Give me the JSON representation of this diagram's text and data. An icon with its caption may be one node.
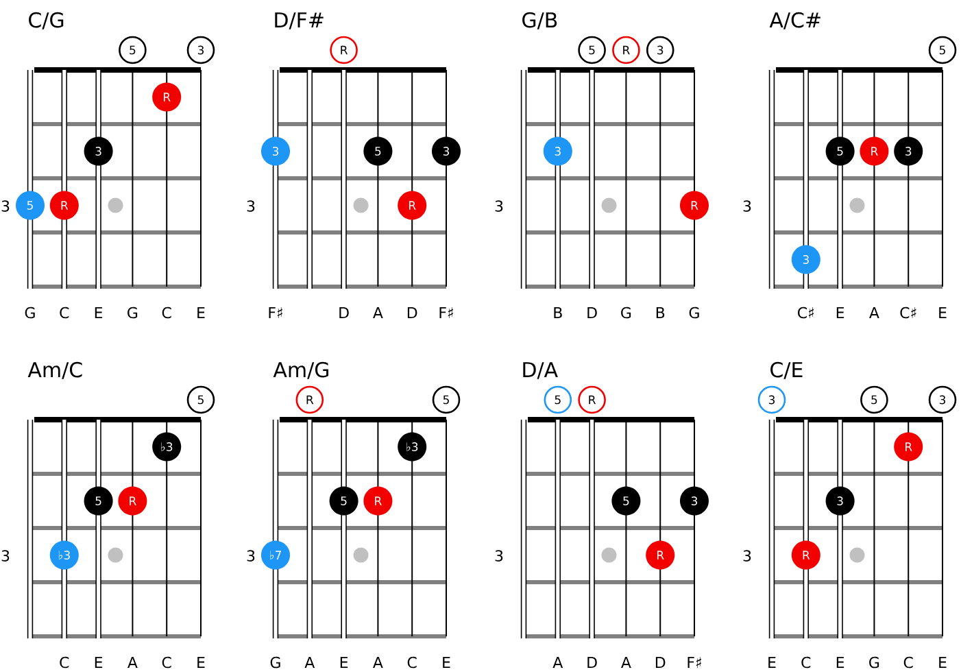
{
  "diagram": {
    "nodes": [
      {
        "text": [
          "C/G"
        ],
        "beside": [
          "G",
          "C",
          "E",
          "G",
          "C",
          "E"
        ]
      },
      {
        "text": [
          "5"
        ],
        "in": 0
      },
      {
        "text": [
          "3"
        ],
        "in": 0
      },
      {
        "text": [
          "R"
        ],
        "in": 0
      },
      {
        "text": [
          "3"
        ],
        "in": 0
      },
      {
        "text": [
          "5"
        ],
        "in": 0
      },
      {
        "text": [
          "R"
        ],
        "in": 0
      },
      {
        "text": [
          "D/F#"
        ],
        "beside": [
          "F♯",
          "D",
          "A",
          "D",
          "F♯"
        ]
      },
      {
        "text": [
          "R"
        ],
        "in": 7
      },
      {
        "text": [
          "3"
        ],
        "in": 7
      },
      {
        "text": [
          "5"
        ],
        "in": 7
      },
      {
        "text": [
          "3"
        ],
        "in": 7
      },
      {
        "text": [
          "R"
        ],
        "in": 7
      },
      {
        "text": [
          "G/B"
        ],
        "beside": [
          "B",
          "D",
          "G",
          "B",
          "G"
        ]
      },
      {
        "text": [
          "5"
        ],
        "in": 13
      },
      {
        "text": [
          "R"
        ],
        "in": 13
      },
      {
        "text": [
          "3"
        ],
        "in": 13
      },
      {
        "text": [
          "3"
        ],
        "in": 13
      },
      {
        "text": [
          "R"
        ],
        "in": 13
      },
      {
        "text": [
          "A/C#"
        ],
        "beside": [
          "C♯",
          "E",
          "A",
          "C♯",
          "E"
        ]
      },
      {
        "text": [
          "5"
        ],
        "in": 19
      },
      {
        "text": [
          "5"
        ],
        "in": 19
      },
      {
        "text": [
          "R"
        ],
        "in": 19
      },
      {
        "text": [
          "3"
        ],
        "in": 19
      },
      {
        "text": [
          "3"
        ],
        "in": 19
      },
      {
        "text": [
          "Am/C"
        ],
        "beside": [
          "C",
          "E",
          "A",
          "C",
          "E"
        ]
      },
      {
        "text": [
          "5"
        ],
        "in": 25
      },
      {
        "text": [
          "♭3"
        ],
        "in": 25
      },
      {
        "text": [
          "5"
        ],
        "in": 25
      },
      {
        "text": [
          "R"
        ],
        "in": 25
      },
      {
        "text": [
          "♭3"
        ],
        "in": 25
      },
      {
        "text": [
          "Am/G"
        ],
        "beside": [
          "G",
          "A",
          "E",
          "A",
          "C",
          "E"
        ]
      },
      {
        "text": [
          "R"
        ],
        "in": 31
      },
      {
        "text": [
          "5"
        ],
        "in": 31
      },
      {
        "text": [
          "♭3"
        ],
        "in": 31
      },
      {
        "text": [
          "5"
        ],
        "in": 31
      },
      {
        "text": [
          "R"
        ],
        "in": 31
      },
      {
        "text": [
          "♭7"
        ],
        "in": 31
      },
      {
        "text": [
          "D/A"
        ],
        "beside": [
          "A",
          "D",
          "A",
          "D",
          "F♯"
        ]
      },
      {
        "text": [
          "5"
        ],
        "in": 38
      },
      {
        "text": [
          "R"
        ],
        "in": 38
      },
      {
        "text": [
          "5"
        ],
        "in": 38
      },
      {
        "text": [
          "3"
        ],
        "in": 38
      },
      {
        "text": [
          "R"
        ],
        "in": 38
      },
      {
        "text": [
          "C/E"
        ],
        "beside": [
          "E",
          "C",
          "E",
          "G",
          "C",
          "E"
        ]
      },
      {
        "text": [
          "3"
        ],
        "in": 44
      },
      {
        "text": [
          "5"
        ],
        "in": 44
      },
      {
        "text": [
          "3"
        ],
        "in": 44
      },
      {
        "text": [
          "R"
        ],
        "in": 44
      },
      {
        "text": [
          "3"
        ],
        "in": 44
      },
      {
        "text": [
          "R"
        ],
        "in": 44
      }
    ],
    "labels": [
      "3",
      "3",
      "3",
      "3",
      "3",
      "3",
      "3",
      "3"
    ]
  }
}
